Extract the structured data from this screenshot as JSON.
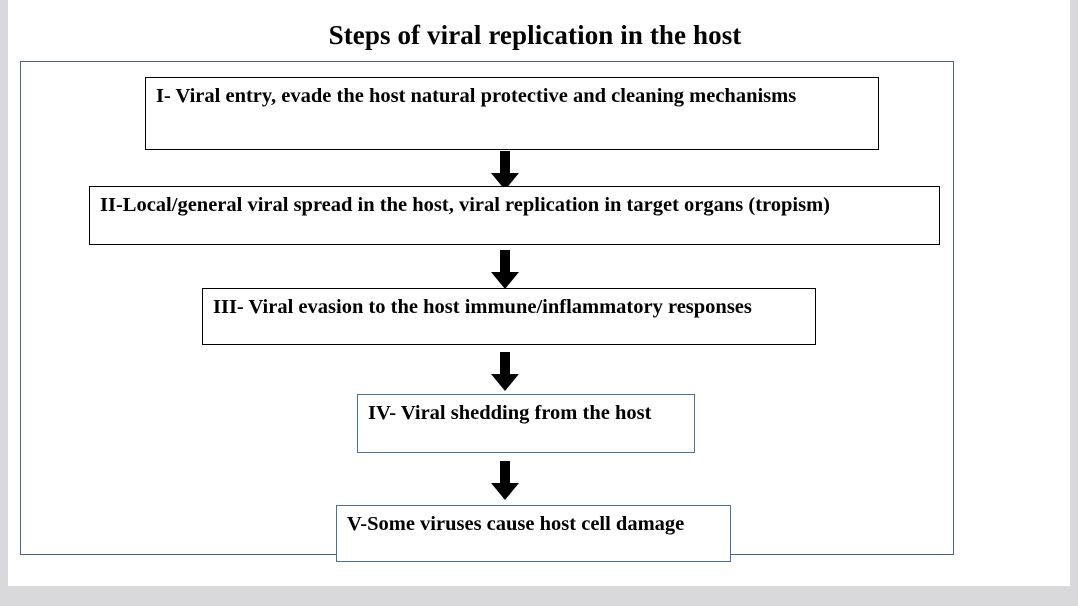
{
  "slide": {
    "title": "Steps of viral replication in the host",
    "background_color": "#ffffff",
    "page_background_color": "#d9d9dc",
    "frame_border_color": "#486293"
  },
  "diagram": {
    "type": "flowchart",
    "orientation": "vertical",
    "arrow_icon": "down-arrow-icon",
    "arrow_color": "#000000",
    "steps": [
      {
        "id": "I",
        "label": "I- Viral entry, evade the host natural protective and cleaning mechanisms",
        "border_color": "#000000"
      },
      {
        "id": "II",
        "label": "II-Local/general viral spread in the host, viral replication in target organs (tropism)",
        "border_color": "#000000"
      },
      {
        "id": "III",
        "label": "III- Viral evasion to the host immune/inflammatory responses",
        "border_color": "#000000"
      },
      {
        "id": "IV",
        "label": "IV- Viral shedding from the host",
        "border_color": "#4a6fa5"
      },
      {
        "id": "V",
        "label": "V-Some viruses cause host cell damage",
        "border_color": "#4a6fa5"
      }
    ],
    "connectors": [
      {
        "from": "I",
        "to": "II"
      },
      {
        "from": "II",
        "to": "III"
      },
      {
        "from": "III",
        "to": "IV"
      },
      {
        "from": "IV",
        "to": "V"
      }
    ]
  }
}
